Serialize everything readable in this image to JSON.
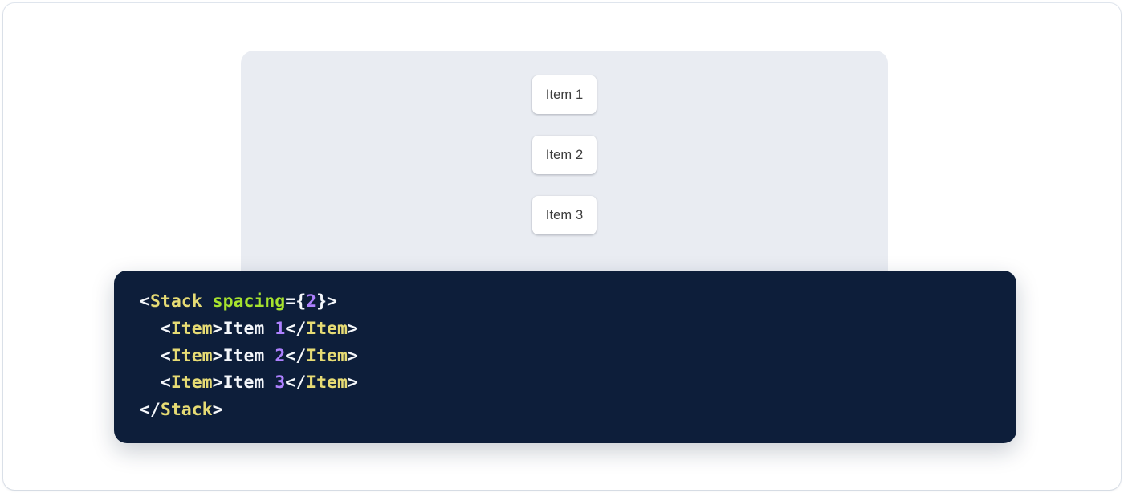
{
  "preview": {
    "panel_bg": "#e9ecf2",
    "items": [
      {
        "label": "Item 1"
      },
      {
        "label": "Item 2"
      },
      {
        "label": "Item 3"
      }
    ]
  },
  "code": {
    "background": "#0d1e3a",
    "language": "jsx",
    "colors": {
      "punctuation": "#f4f7fb",
      "tag": "#e6db74",
      "attribute": "#a6e22e",
      "number": "#ae81ff",
      "text": "#f4f7fb"
    },
    "lines": [
      {
        "tokens": [
          {
            "t": "<",
            "k": "punct"
          },
          {
            "t": "Stack",
            "k": "tag"
          },
          {
            "t": " ",
            "k": "text"
          },
          {
            "t": "spacing",
            "k": "attr"
          },
          {
            "t": "={",
            "k": "punct"
          },
          {
            "t": "2",
            "k": "num"
          },
          {
            "t": "}>",
            "k": "punct"
          }
        ]
      },
      {
        "tokens": [
          {
            "t": "  <",
            "k": "punct"
          },
          {
            "t": "Item",
            "k": "tag"
          },
          {
            "t": ">",
            "k": "punct"
          },
          {
            "t": "Item ",
            "k": "text"
          },
          {
            "t": "1",
            "k": "num"
          },
          {
            "t": "</",
            "k": "punct"
          },
          {
            "t": "Item",
            "k": "tag"
          },
          {
            "t": ">",
            "k": "punct"
          }
        ]
      },
      {
        "tokens": [
          {
            "t": "  <",
            "k": "punct"
          },
          {
            "t": "Item",
            "k": "tag"
          },
          {
            "t": ">",
            "k": "punct"
          },
          {
            "t": "Item ",
            "k": "text"
          },
          {
            "t": "2",
            "k": "num"
          },
          {
            "t": "</",
            "k": "punct"
          },
          {
            "t": "Item",
            "k": "tag"
          },
          {
            "t": ">",
            "k": "punct"
          }
        ]
      },
      {
        "tokens": [
          {
            "t": "  <",
            "k": "punct"
          },
          {
            "t": "Item",
            "k": "tag"
          },
          {
            "t": ">",
            "k": "punct"
          },
          {
            "t": "Item ",
            "k": "text"
          },
          {
            "t": "3",
            "k": "num"
          },
          {
            "t": "</",
            "k": "punct"
          },
          {
            "t": "Item",
            "k": "tag"
          },
          {
            "t": ">",
            "k": "punct"
          }
        ]
      },
      {
        "tokens": [
          {
            "t": "</",
            "k": "punct"
          },
          {
            "t": "Stack",
            "k": "tag"
          },
          {
            "t": ">",
            "k": "punct"
          }
        ]
      }
    ]
  }
}
